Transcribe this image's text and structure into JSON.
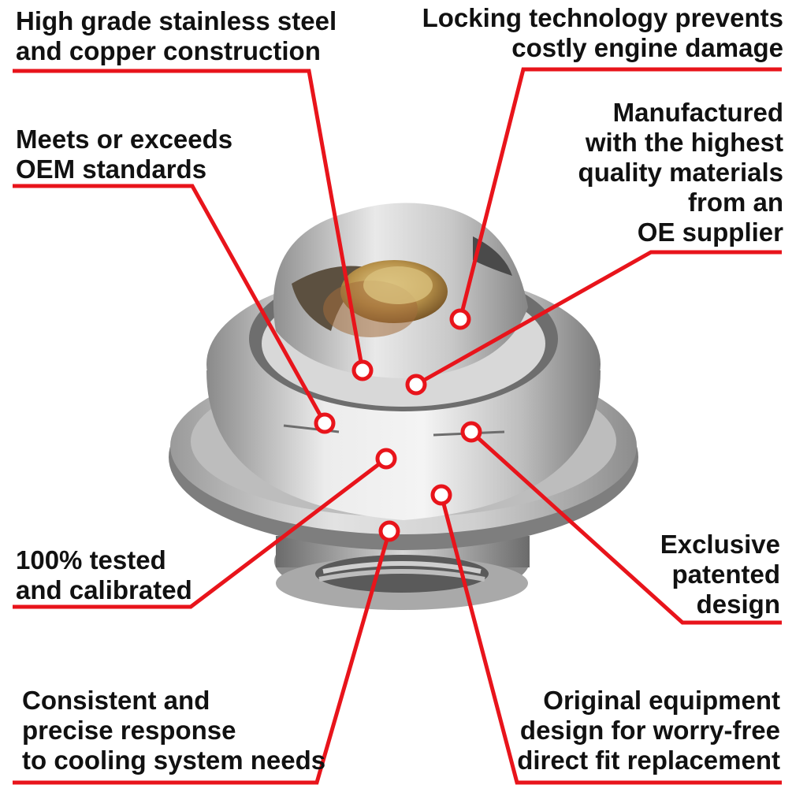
{
  "colors": {
    "leader": "#e8141b",
    "text": "#111111",
    "background": "#ffffff",
    "steel_light": "#e6e6e6",
    "steel_mid": "#b4b4b4",
    "steel_dark": "#7f7f7f",
    "brass": "#c9a45a",
    "copper": "#a0693a"
  },
  "product_image": {
    "subject": "thermostat-photo",
    "icon": "thermostat-icon"
  },
  "callouts": [
    {
      "id": "stainless",
      "lines": [
        "High grade stainless steel",
        "and copper construction"
      ]
    },
    {
      "id": "locking",
      "lines": [
        "Locking technology prevents",
        "costly engine damage"
      ]
    },
    {
      "id": "oem",
      "lines": [
        "Meets or exceeds",
        "OEM standards"
      ]
    },
    {
      "id": "manufactured",
      "lines": [
        "Manufactured",
        "with the highest",
        "quality materials",
        "from an",
        "OE supplier"
      ]
    },
    {
      "id": "tested",
      "lines": [
        "100% tested",
        "and calibrated"
      ]
    },
    {
      "id": "exclusive",
      "lines": [
        "Exclusive",
        "patented",
        "design"
      ]
    },
    {
      "id": "consistent",
      "lines": [
        "Consistent and",
        "precise response",
        "to cooling system needs"
      ]
    },
    {
      "id": "original",
      "lines": [
        "Original equipment",
        "design for worry-free",
        "direct fit replacement"
      ]
    }
  ]
}
